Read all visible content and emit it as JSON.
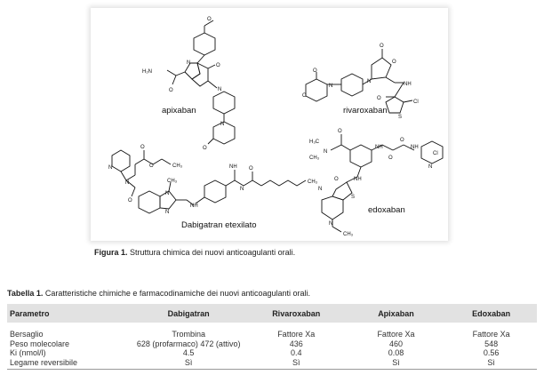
{
  "figure": {
    "drugs": {
      "apixaban": "apixaban",
      "rivaroxaban": "rivaroxaban",
      "dabigatran": "Dabigatran etexilato",
      "edoxaban": "edoxaban"
    },
    "atoms": {
      "o": "O",
      "n": "N",
      "nh": "NH",
      "nh2": "NH",
      "h2n": "H₂N",
      "s": "S",
      "cl": "Cl",
      "ch3": "CH₃",
      "h3c": "H₃C",
      "me": "CH₃"
    },
    "caption_label": "Figura 1.",
    "caption_text": " Struttura chimica dei nuovi anticoagulanti orali."
  },
  "table": {
    "caption_label": "Tabella 1.",
    "caption_text": " Caratteristiche chimiche e farmacodinamiche dei nuovi anticoagulanti orali.",
    "headers": [
      "Parametro",
      "Dabigatran",
      "Rivaroxaban",
      "Apixaban",
      "Edoxaban"
    ],
    "rows": [
      [
        "Bersaglio",
        "Trombina",
        "Fattore Xa",
        "Fattore Xa",
        "Fattore Xa"
      ],
      [
        "Peso molecolare",
        "628 (profarmaco) 472 (attivo)",
        "436",
        "460",
        "548"
      ],
      [
        "Ki (nmol/l)",
        "4.5",
        "0.4",
        "0.08",
        "0.56"
      ],
      [
        "Legame reversibile",
        "Sì",
        "Sì",
        "Sì",
        "Sì"
      ]
    ]
  }
}
